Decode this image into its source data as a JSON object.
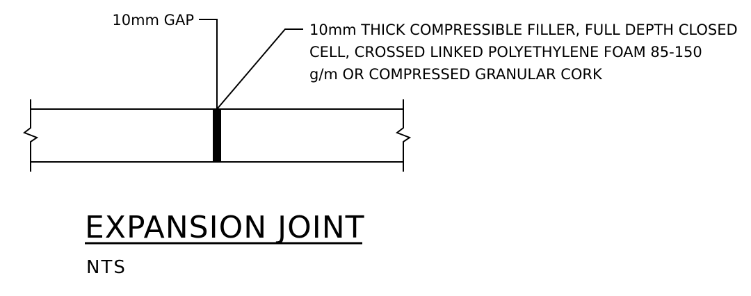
{
  "labels": {
    "gap": "10mm GAP",
    "filler_note": [
      "10mm THICK COMPRESSIBLE FILLER, FULL DEPTH CLOSED",
      "CELL, CROSSED LINKED POLYETHYLENE FOAM 85-150",
      "g/m OR COMPRESSED GRANULAR CORK"
    ]
  },
  "title": "EXPANSION JOINT",
  "scale": "NTS",
  "colors": {
    "line": "#000000",
    "background": "#ffffff"
  }
}
